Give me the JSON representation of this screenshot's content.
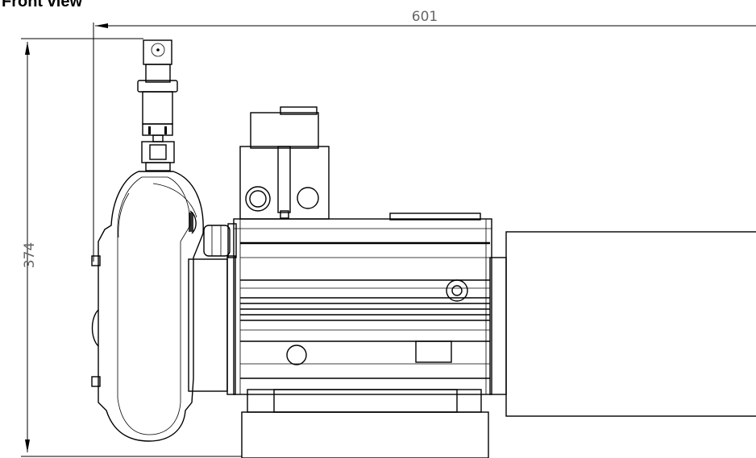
{
  "title": "Front view",
  "dimensions": {
    "width_label": "601",
    "height_label": "374"
  }
}
